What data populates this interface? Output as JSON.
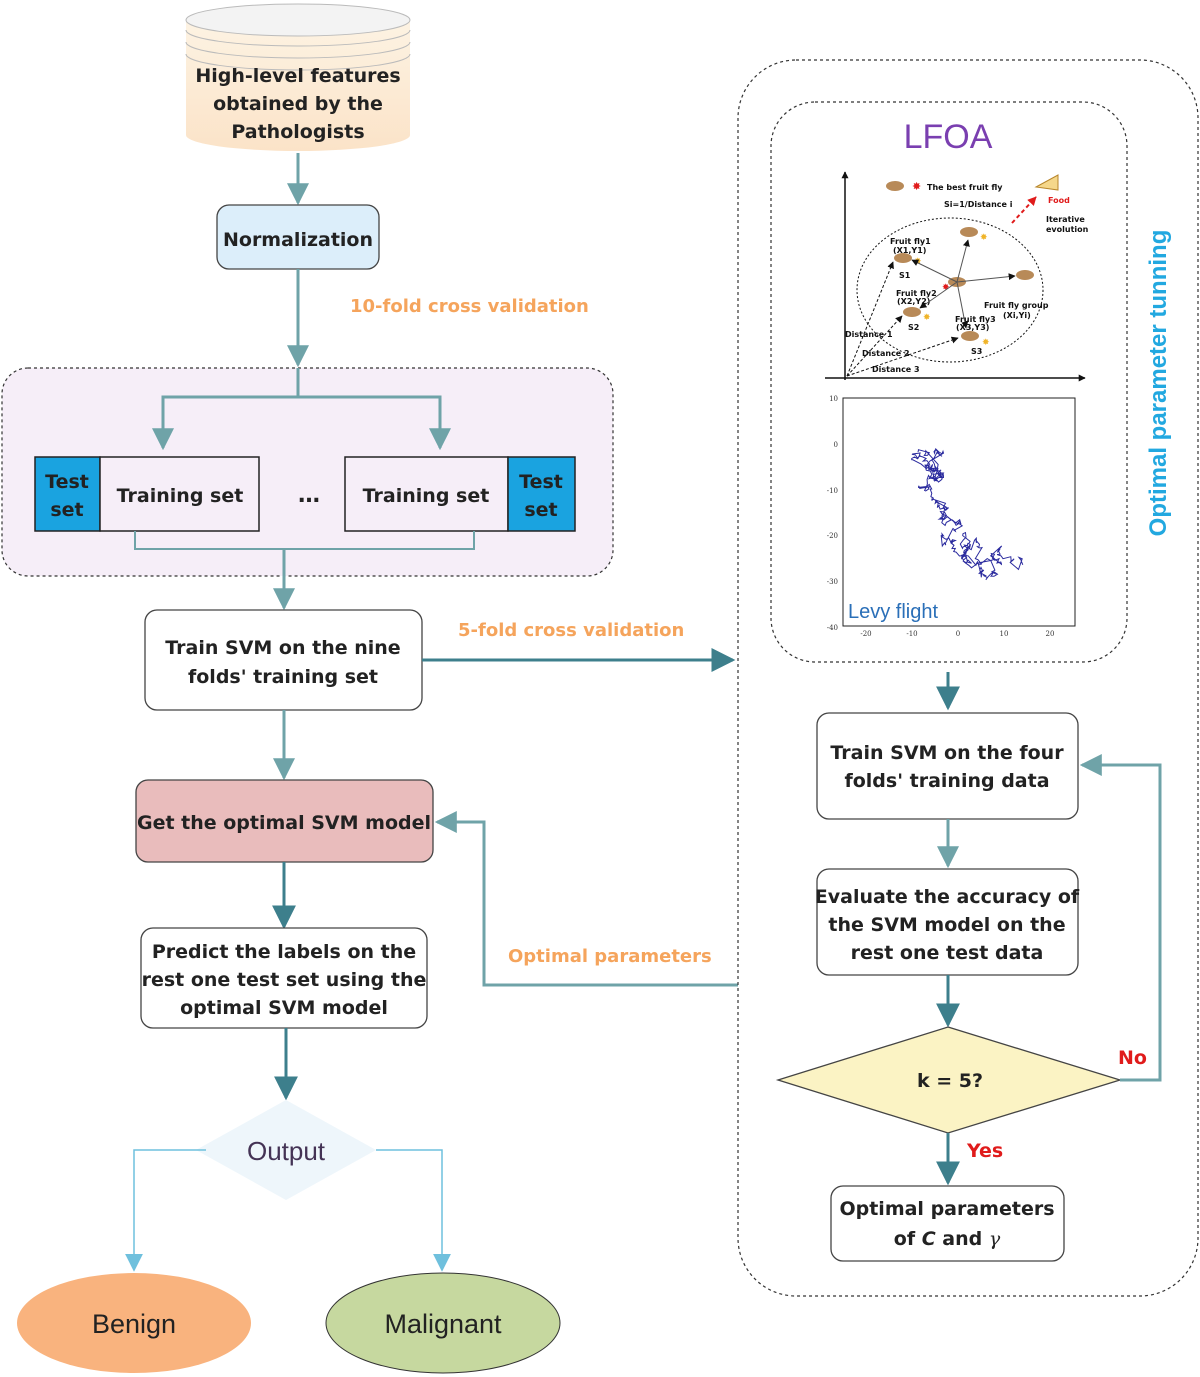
{
  "input_db": {
    "line1": "High-level features",
    "line2": "obtained by the",
    "line3": "Pathologists"
  },
  "normalization": "Normalization",
  "cv10_label": "10-fold cross validation",
  "folds": {
    "test_left_1": "Test",
    "test_left_2": "set",
    "train_left": "Training set",
    "ellipsis": "…",
    "train_right": "Training set",
    "test_right_1": "Test",
    "test_right_2": "set"
  },
  "train_svm": {
    "line1": "Train SVM on the nine",
    "line2": "folds' training set"
  },
  "cv5_label": "5-fold cross validation",
  "optimal_model": "Get the optimal SVM model",
  "predict": {
    "line1": "Predict the labels on the",
    "line2": "rest one test set using the",
    "line3": "optimal SVM model"
  },
  "optimal_params_label": "Optimal parameters",
  "output": "Output",
  "benign": "Benign",
  "malignant": "Malignant",
  "side_label": "Optimal parameter tunning",
  "lfoa": {
    "title": "LFOA",
    "best_fly": "The best fruit fly",
    "si": "Si=1/Distance i",
    "food": "Food",
    "iterative_1": "Iterative",
    "iterative_2": "evolution",
    "fly1_a": "Fruit fly1",
    "fly1_b": "(X1,Y1)",
    "s1": "S1",
    "fly2_a": "Fruit fly2",
    "fly2_b": "(X2,Y2)",
    "s2": "S2",
    "fly3_a": "Fruit fly3",
    "fly3_b": "(X3,Y3)",
    "s3": "S3",
    "group_a": "Fruit fly group",
    "group_b": "(Xi,Yi)",
    "d1": "Distance 1",
    "d2": "Distance 2",
    "d3": "Distance 3",
    "levy": "Levy flight",
    "y_ticks": [
      "10",
      "0",
      "-10",
      "-20",
      "-30",
      "-40"
    ],
    "x_ticks": [
      "-20",
      "-10",
      "0",
      "10",
      "20"
    ]
  },
  "train_four": {
    "line1": "Train SVM on the four",
    "line2": "folds' training data"
  },
  "evaluate": {
    "line1": "Evaluate the accuracy of",
    "line2": "the SVM model on the",
    "line3": "rest one test data"
  },
  "decision": "k = 5?",
  "no": "No",
  "yes": "Yes",
  "final": {
    "line1": "Optimal parameters",
    "line2_a": "of ",
    "line2_c": "C",
    "line2_b": " and ",
    "line2_g": "γ"
  },
  "colors": {
    "arrow": "#6fa3a8",
    "arrow_dark": "#3d7f8c",
    "test_blue": "#1aa3e0",
    "norm_fill": "#dceefa",
    "optimal_fill": "#e9bcbc",
    "benign": "#f9b37e",
    "malignant": "#c6d89f",
    "decision_fill": "#fbf3c4",
    "output_fill": "#eef6fb",
    "fold_panel": "#f6eef8",
    "lfoa_title": "#7a3fb0",
    "side_label": "#22a8e0",
    "levy_line": "#2a2a9e",
    "output_arrow": "#6fc0dd"
  }
}
